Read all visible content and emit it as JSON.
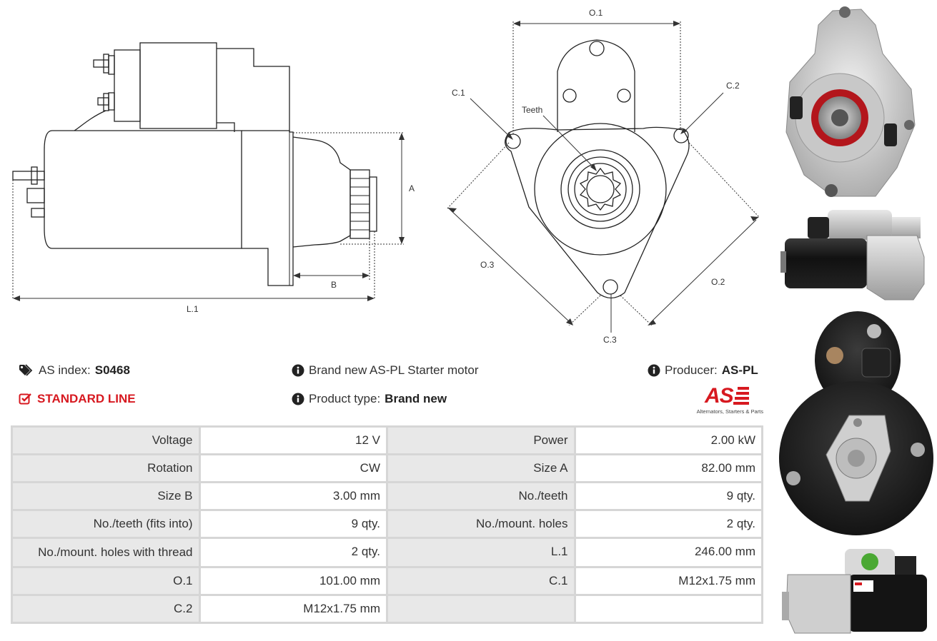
{
  "drawing_labels": {
    "A": "A",
    "B": "B",
    "L1": "L.1",
    "O1": "O.1",
    "O2": "O.2",
    "O3": "O.3",
    "C1": "C.1",
    "C2": "C.2",
    "C3": "C.3",
    "teeth": "Teeth"
  },
  "info": {
    "as_index_label": "AS index:",
    "as_index_value": "S0468",
    "standard_line": "STANDARD LINE",
    "description": "Brand new AS-PL Starter motor",
    "product_type_label": "Product type:",
    "product_type_value": "Brand new",
    "producer_label": "Producer:",
    "producer_value": "AS-PL"
  },
  "logo": {
    "text": "AS",
    "tagline": "Alternators, Starters & Parts"
  },
  "specs": [
    {
      "k1": "Voltage",
      "v1": "12 V",
      "k2": "Power",
      "v2": "2.00 kW"
    },
    {
      "k1": "Rotation",
      "v1": "CW",
      "k2": "Size A",
      "v2": "82.00 mm"
    },
    {
      "k1": "Size B",
      "v1": "3.00 mm",
      "k2": "No./teeth",
      "v2": "9 qty."
    },
    {
      "k1": "No./teeth (fits into)",
      "v1": "9 qty.",
      "k2": "No./mount. holes",
      "v2": "2 qty."
    },
    {
      "k1": "No./mount. holes with thread",
      "v1": "2 qty.",
      "k2": "L.1",
      "v2": "246.00 mm"
    },
    {
      "k1": "O.1",
      "v1": "101.00 mm",
      "k2": "C.1",
      "v2": "M12x1.75 mm"
    },
    {
      "k1": "C.2",
      "v1": "M12x1.75 mm",
      "k2": "",
      "v2": ""
    }
  ],
  "colors": {
    "accent_red": "#d71920",
    "key_bg": "#e8e8e8",
    "border": "#d6d6d6"
  }
}
